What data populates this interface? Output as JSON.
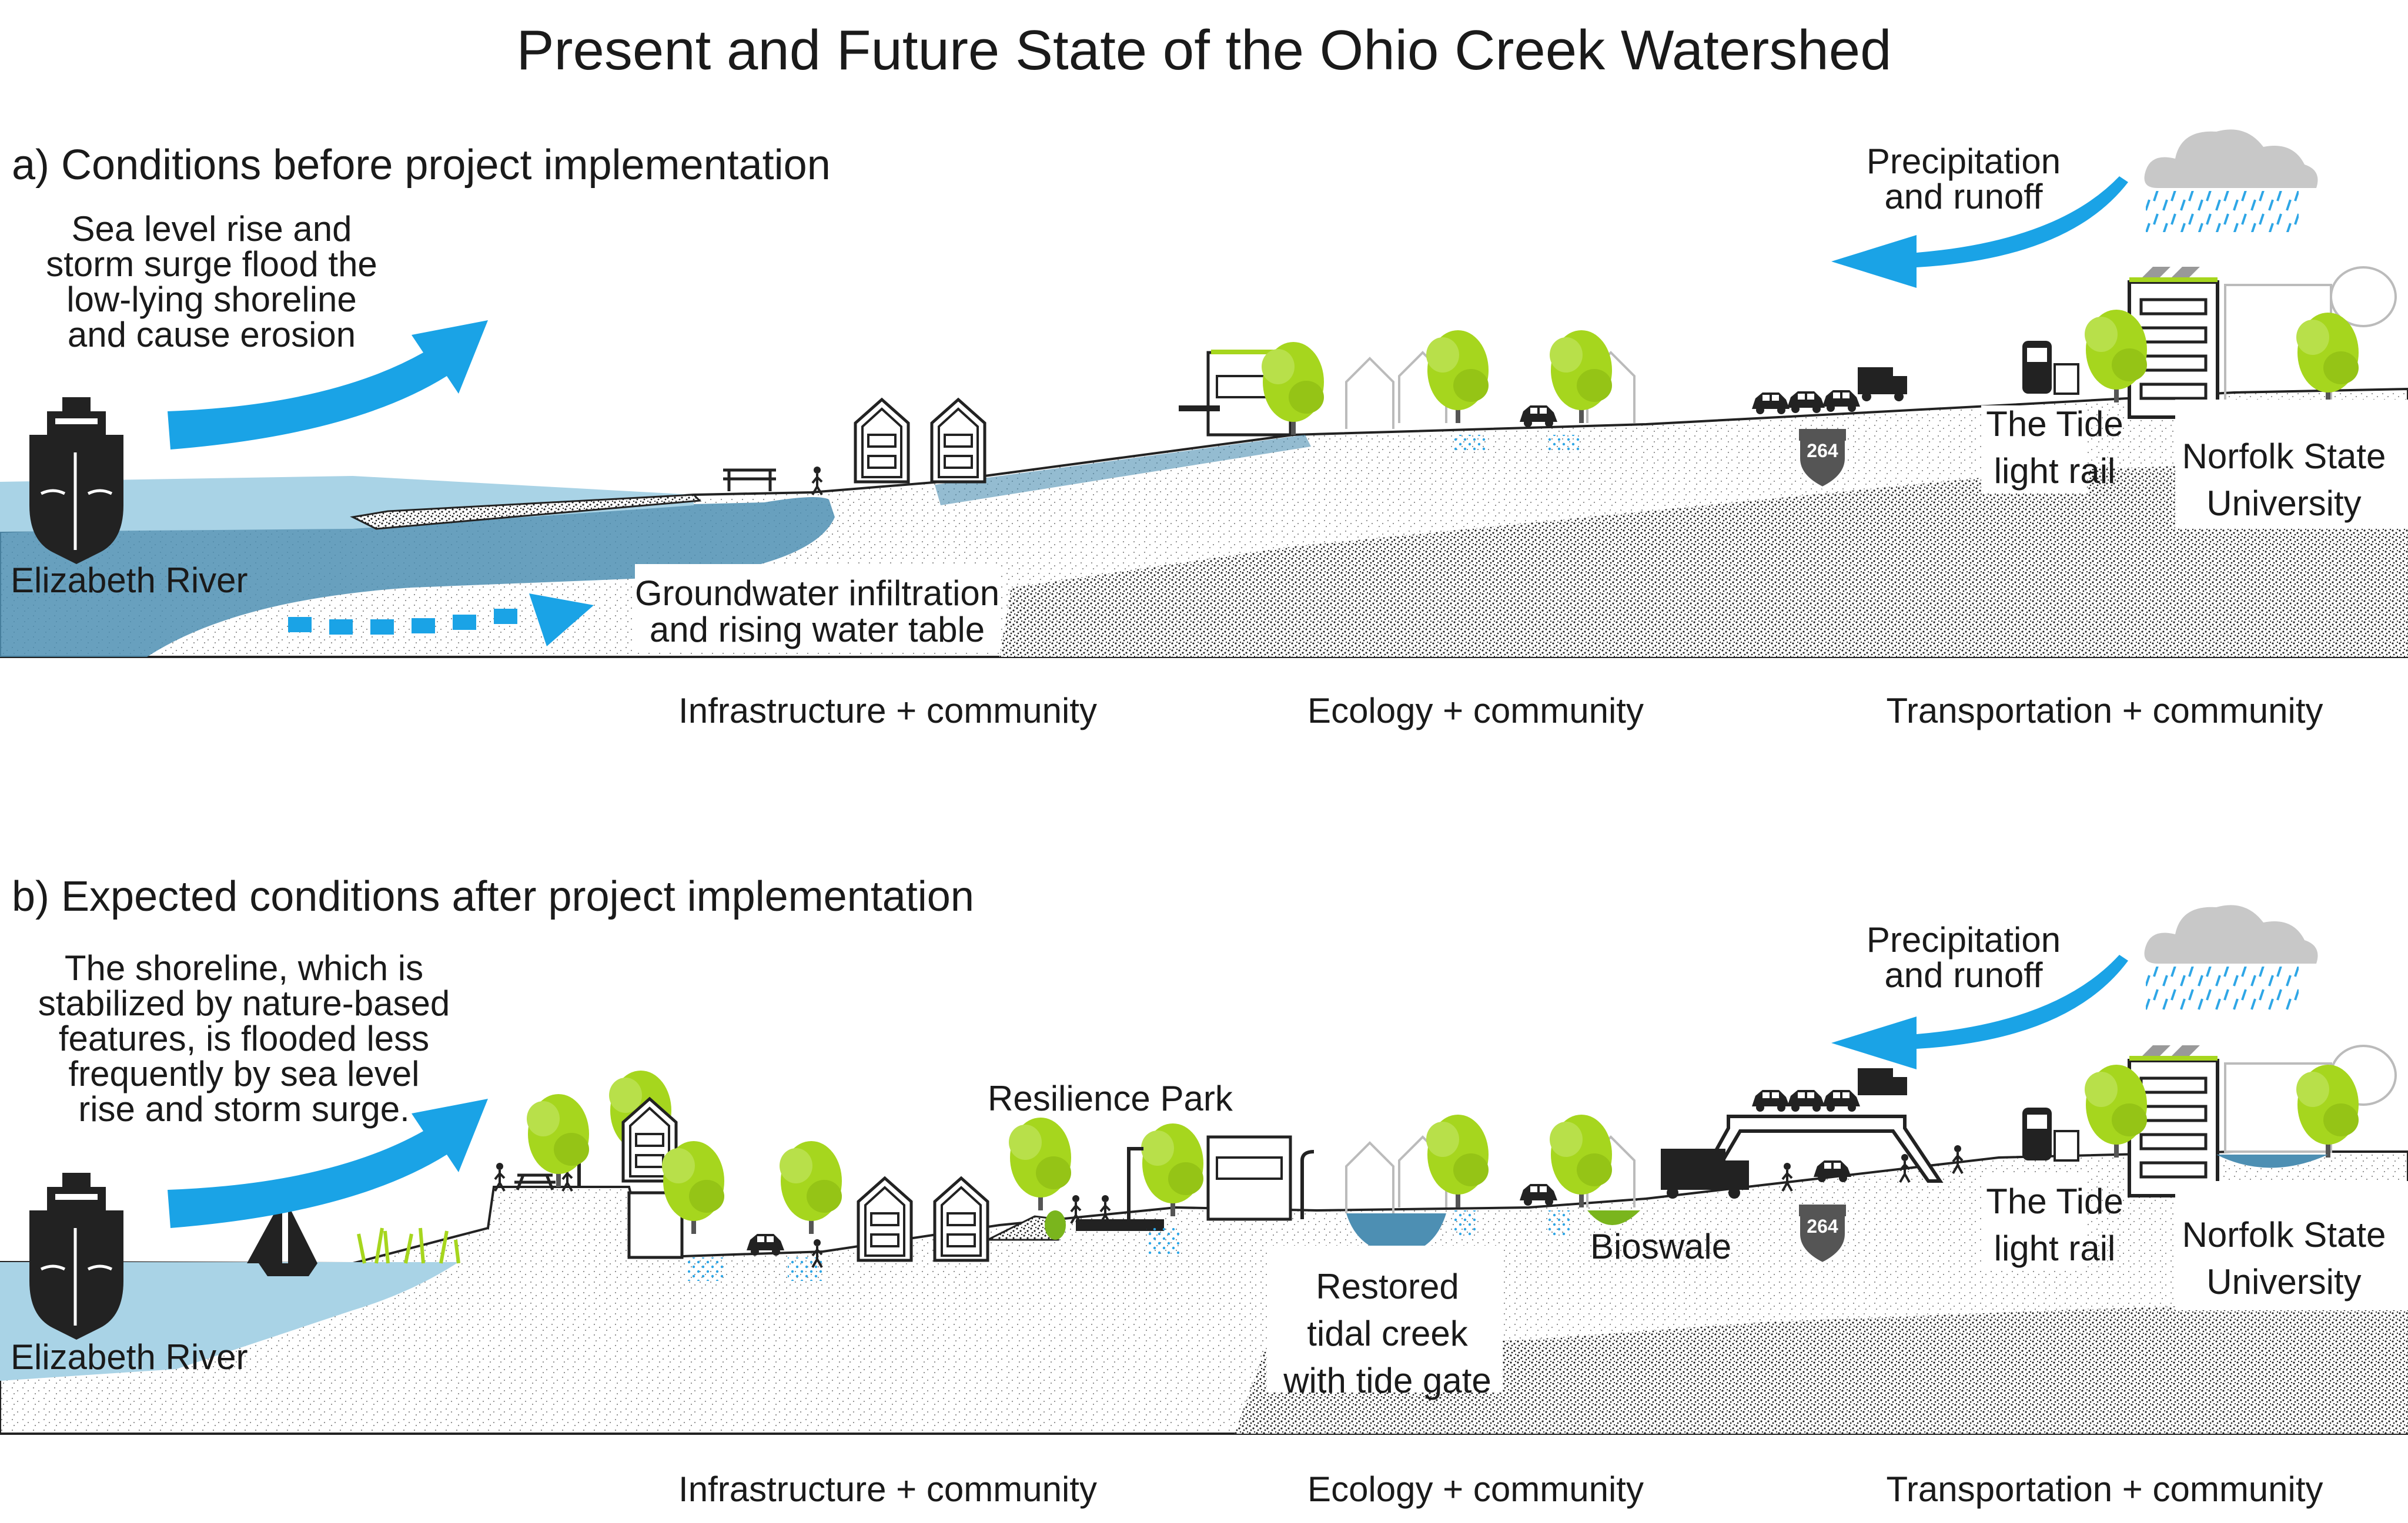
{
  "title": "Present and Future State of the Ohio Creek Watershed",
  "panel_a": {
    "heading": "a) Conditions before project implementation",
    "surge_text": [
      "Sea level rise and",
      "storm surge flood the",
      "low-lying shoreline",
      "and cause erosion"
    ],
    "precip_text": [
      "Precipitation",
      "and runoff"
    ],
    "river_label": "Elizabeth River",
    "groundwater_text": [
      "Groundwater infiltration",
      "and rising water table"
    ],
    "tide_label": [
      "The Tide",
      "light rail"
    ],
    "nsu_label": [
      "Norfolk State",
      "University"
    ],
    "interstate": "264",
    "categories": [
      "Infrastructure + community",
      "Ecology + community",
      "Transportation + community"
    ]
  },
  "panel_b": {
    "heading": "b) Expected conditions after project implementation",
    "shoreline_text": [
      "The shoreline, which is",
      "stabilized by nature-based",
      "features, is flooded less",
      "frequently by sea level",
      "rise and storm surge."
    ],
    "precip_text": [
      "Precipitation",
      "and runoff"
    ],
    "river_label": "Elizabeth River",
    "park_label": "Resilience Park",
    "creek_label": [
      "Restored",
      "tidal creek",
      "with tide gate"
    ],
    "bioswale_label": "Bioswale",
    "tide_label": [
      "The Tide",
      "light rail"
    ],
    "nsu_label": [
      "Norfolk State",
      "University"
    ],
    "interstate": "264",
    "categories": [
      "Infrastructure + community",
      "Ecology + community",
      "Transportation + community"
    ]
  },
  "colors": {
    "arrow_blue": "#1aa3e6",
    "water_light": "#a9d3e6",
    "water_dark": "#4d8fb3",
    "tree_green": "#a6d61e",
    "cloud_grey": "#c8c8c8",
    "rain_blue": "#2ea6e6"
  }
}
